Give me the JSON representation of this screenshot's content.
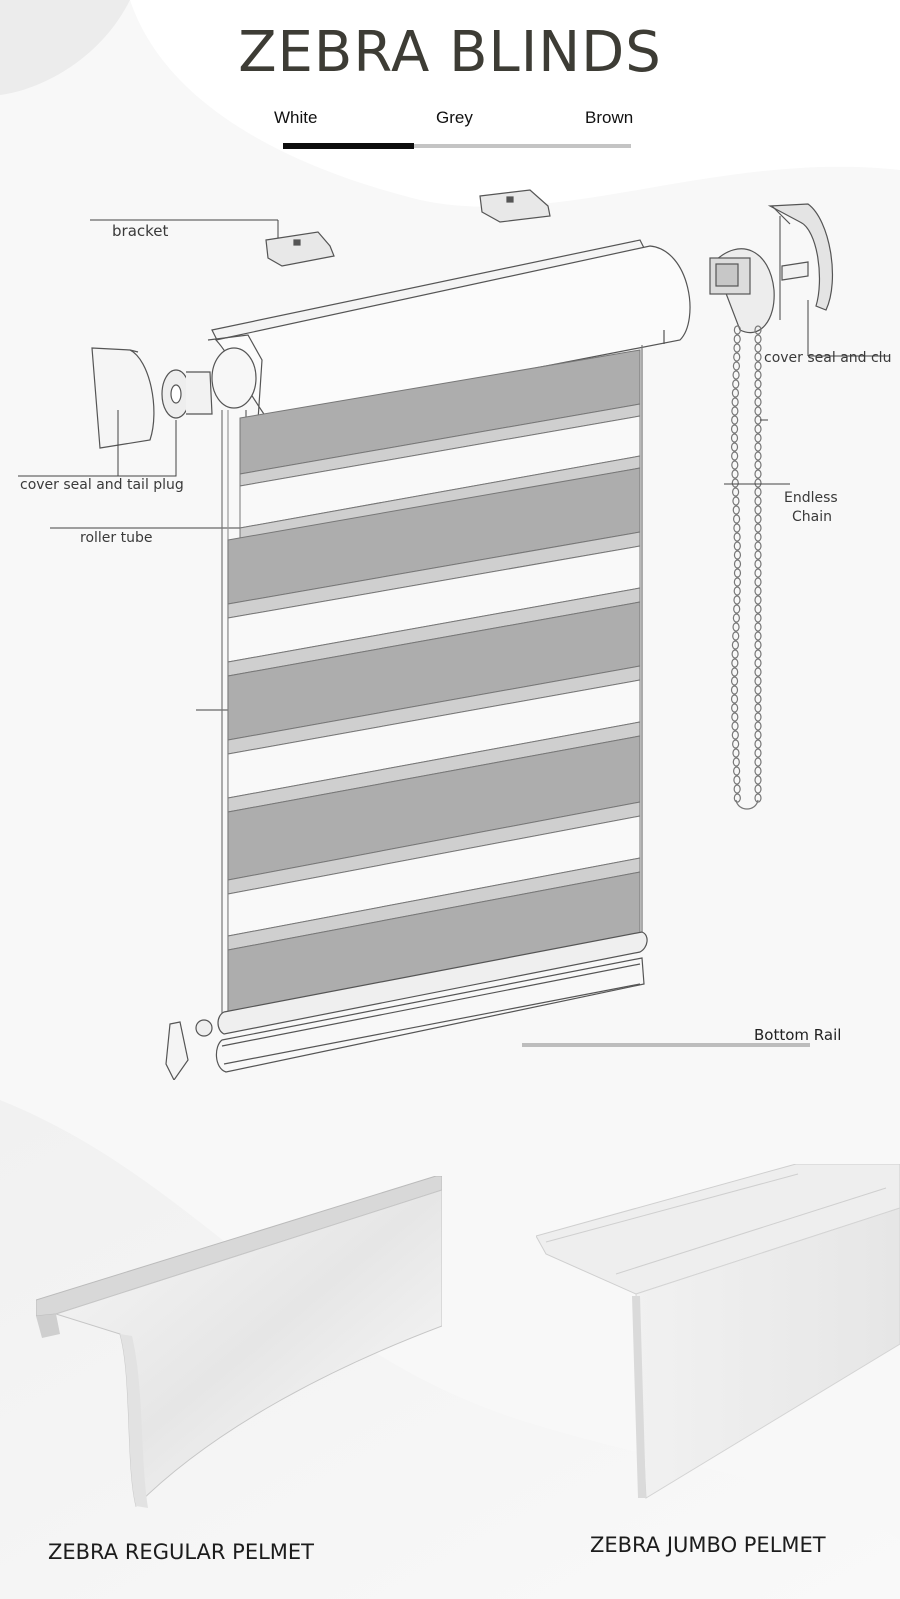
{
  "title": "ZEBRA BLINDS",
  "tabs": [
    {
      "label": "White",
      "active": true
    },
    {
      "label": "Grey",
      "active": false
    },
    {
      "label": "Brown",
      "active": false
    }
  ],
  "diagram_labels": {
    "bracket": "bracket",
    "cover_seal_right": "cover seal and clu",
    "cover_seal_left": "cover seal and tail plug",
    "roller_tube": "roller tube",
    "endless_chain_line1": "Endless",
    "endless_chain_line2": "Chain",
    "bottom_rail": "Bottom Rail"
  },
  "pelmets": {
    "regular": "ZEBRA REGULAR PELMET",
    "jumbo": "ZEBRA JUMBO PELMET"
  },
  "colors": {
    "title": "#3d3c35",
    "tab_active": "#0d0d0d",
    "tab_track": "#c4c4c4",
    "fabric_dark": "#adadad",
    "fabric_light": "#f9f9f9"
  }
}
